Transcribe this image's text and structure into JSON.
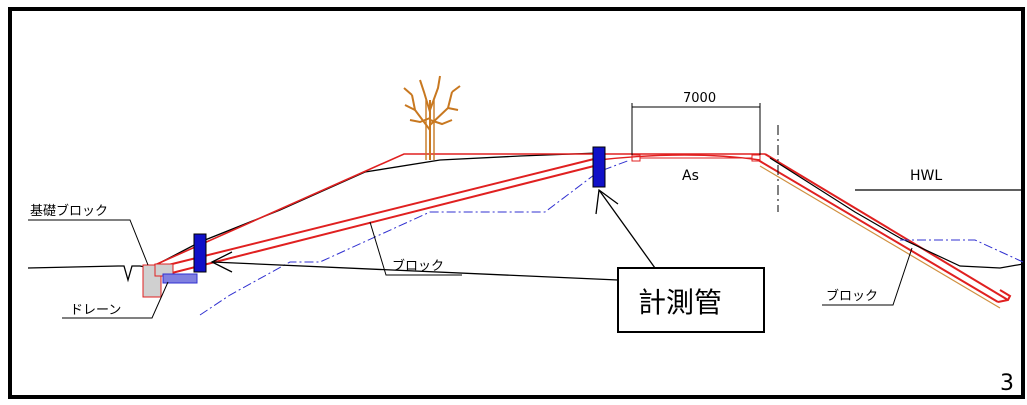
{
  "labels": {
    "dimension": "7000",
    "as": "As",
    "hwl": "HWL",
    "foundation_block": "基礎ブロック",
    "drain": "ドレーン",
    "block_left": "ブロック",
    "block_right": "ブロック",
    "measuring_pipe": "計測管",
    "page_number": "3"
  },
  "colors": {
    "frame": "#000000",
    "embankment_line": "#e02020",
    "ground_line": "#000000",
    "dash_line": "#3030d0",
    "measuring_pipe": "#1010c8",
    "tree": "#c87820",
    "drain_fill": "#8080e0",
    "foundation_fill": "#d0d0d0"
  }
}
